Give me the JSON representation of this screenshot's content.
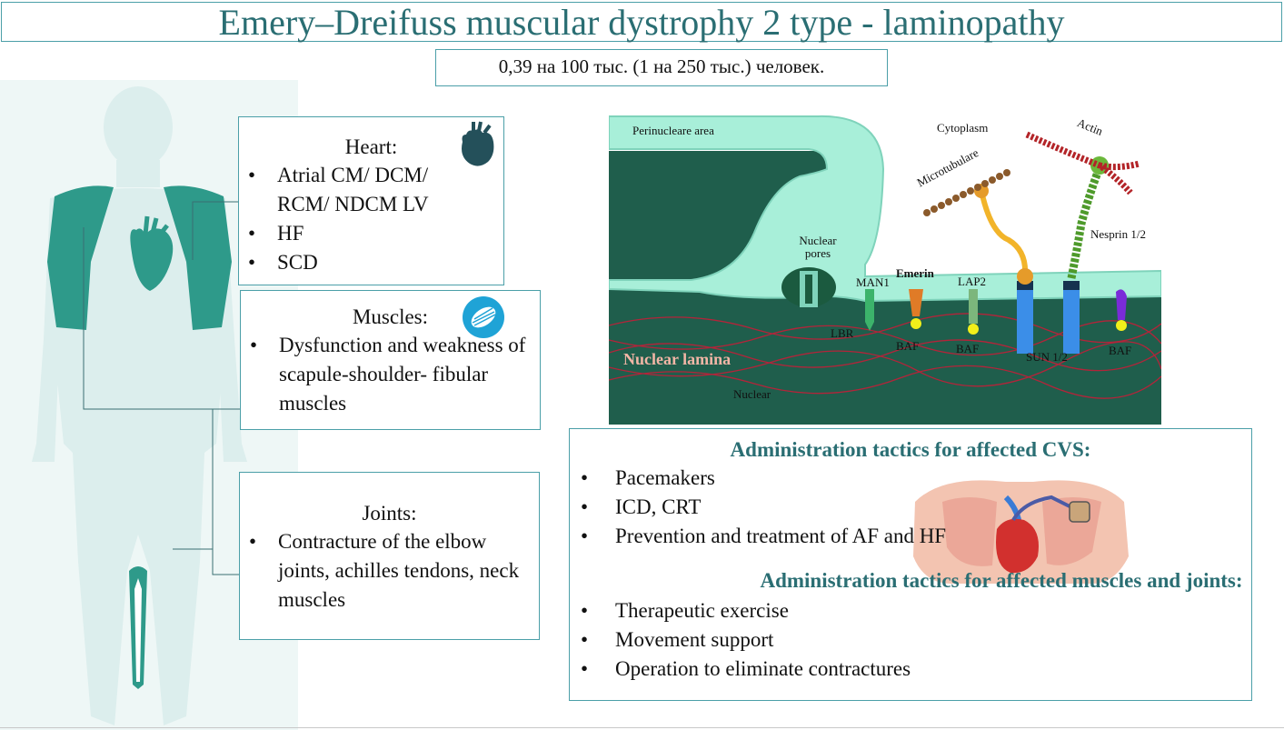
{
  "title": "Emery–Dreifuss muscular dystrophy 2 type - laminopathy",
  "prevalence": "0,39 на 100 тыс. (1 на 250 тыс.) человек.",
  "heart": {
    "title": "Heart:",
    "items": [
      "Atrial CM/ DCM/ RCM/ NDCM LV",
      "HF",
      "SCD"
    ],
    "icon": "heart-icon"
  },
  "muscles": {
    "title": "Muscles:",
    "items": [
      "Dysfunction and weakness of scapule-shoulder- fibular muscles"
    ],
    "icon": "muscle-icon"
  },
  "joints": {
    "title": "Joints:",
    "items": [
      "Contracture of the elbow joints, achilles tendons, neck muscles"
    ]
  },
  "diagram": {
    "perinuclear": "Perinucleare area",
    "cytoplasm": "Cytoplasm",
    "actin": "Actin",
    "microtubule": "Microtubulare",
    "nuclear_pores": "Nuclear pores",
    "man1": "MAN1",
    "emerin": "Emerin",
    "lap2": "LAP2",
    "nesprin": "Nesprin 1/2",
    "lbr": "LBR",
    "baf1": "BAF",
    "baf2": "BAF",
    "baf3": "BAF",
    "sun": "SUN 1/2",
    "nuclear_lamina": "Nuclear lamina",
    "nuclear": "Nuclear"
  },
  "cvs": {
    "heading": "Administration tactics for affected CVS:",
    "items": [
      "Pacemakers",
      "ICD, CRT",
      "Prevention and treatment of AF and HF"
    ]
  },
  "muscles_joints": {
    "heading": "Administration tactics for affected muscles and joints:",
    "items": [
      "Therapeutic exercise",
      "Movement support",
      "Operation to eliminate contractures"
    ]
  },
  "colors": {
    "teal_dark": "#2a6e73",
    "teal_body": "#2e9a8a",
    "light_body": "#dff0ee",
    "nucleus": "#1f5e4c",
    "membrane": "#a8efd9",
    "lamina_red": "#b3243a"
  }
}
